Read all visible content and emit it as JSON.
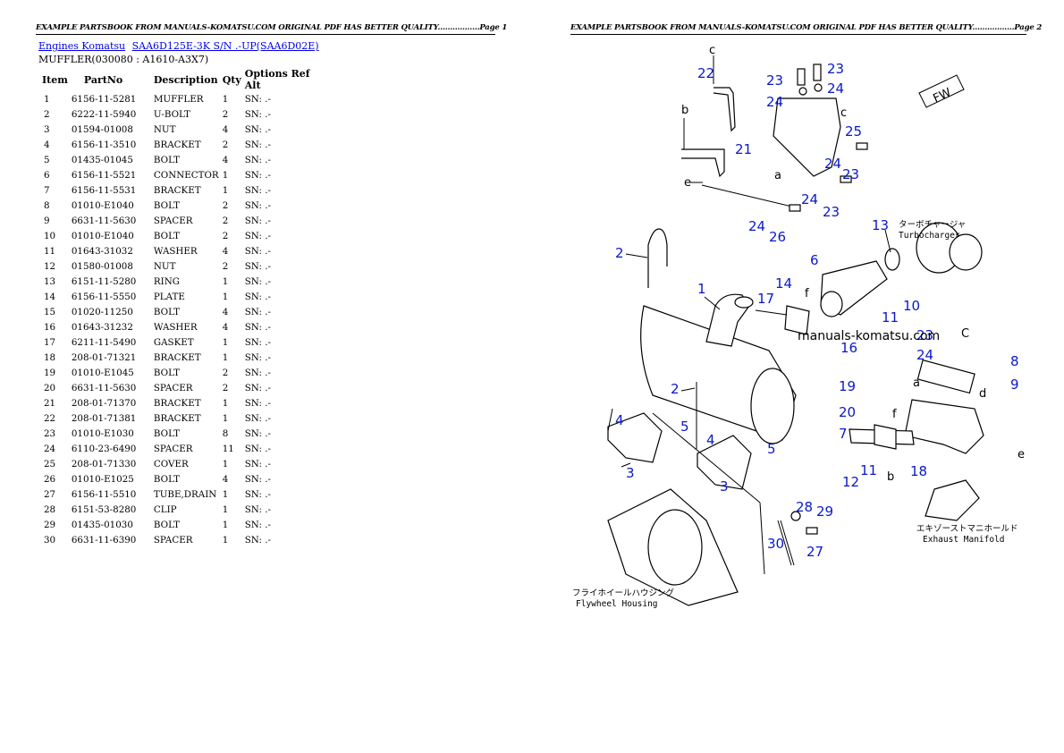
{
  "headers": {
    "page1": "EXAMPLE PARTSBOOK FROM MANUALS-KOMATSU.COM ORIGINAL PDF HAS BETTER QUALITY.................Page 1",
    "page2": "EXAMPLE PARTSBOOK FROM MANUALS-KOMATSU.COM ORIGINAL PDF HAS BETTER QUALITY.................Page 2"
  },
  "breadcrumb": {
    "link1": "Engines Komatsu",
    "link2": "SAA6D125E-3K S/N .-UP(SAA6D02E)"
  },
  "subtitle": "MUFFLER(030080 : A1610-A3X7)",
  "table": {
    "headers": [
      "Item",
      "PartNo",
      "Description",
      "Qty",
      "Options",
      "Ref",
      "Alt"
    ],
    "rows": [
      [
        "1",
        "6156-11-5281",
        "MUFFLER",
        "1",
        "SN: .-"
      ],
      [
        "2",
        "6222-11-5940",
        "U-BOLT",
        "2",
        "SN: .-"
      ],
      [
        "3",
        "01594-01008",
        "NUT",
        "4",
        "SN: .-"
      ],
      [
        "4",
        "6156-11-3510",
        "BRACKET",
        "2",
        "SN: .-"
      ],
      [
        "5",
        "01435-01045",
        "BOLT",
        "4",
        "SN: .-"
      ],
      [
        "6",
        "6156-11-5521",
        "CONNECTOR",
        "1",
        "SN: .-"
      ],
      [
        "7",
        "6156-11-5531",
        "BRACKET",
        "1",
        "SN: .-"
      ],
      [
        "8",
        "01010-E1040",
        "BOLT",
        "2",
        "SN: .-"
      ],
      [
        "9",
        "6631-11-5630",
        "SPACER",
        "2",
        "SN: .-"
      ],
      [
        "10",
        "01010-E1040",
        "BOLT",
        "2",
        "SN: .-"
      ],
      [
        "11",
        "01643-31032",
        "WASHER",
        "4",
        "SN: .-"
      ],
      [
        "12",
        "01580-01008",
        "NUT",
        "2",
        "SN: .-"
      ],
      [
        "13",
        "6151-11-5280",
        "RING",
        "1",
        "SN: .-"
      ],
      [
        "14",
        "6156-11-5550",
        "PLATE",
        "1",
        "SN: .-"
      ],
      [
        "15",
        "01020-11250",
        "BOLT",
        "4",
        "SN: .-"
      ],
      [
        "16",
        "01643-31232",
        "WASHER",
        "4",
        "SN: .-"
      ],
      [
        "17",
        "6211-11-5490",
        "GASKET",
        "1",
        "SN: .-"
      ],
      [
        "18",
        "208-01-71321",
        "BRACKET",
        "1",
        "SN: .-"
      ],
      [
        "19",
        "01010-E1045",
        "BOLT",
        "2",
        "SN: .-"
      ],
      [
        "20",
        "6631-11-5630",
        "SPACER",
        "2",
        "SN: .-"
      ],
      [
        "21",
        "208-01-71370",
        "BRACKET",
        "1",
        "SN: .-"
      ],
      [
        "22",
        "208-01-71381",
        "BRACKET",
        "1",
        "SN: .-"
      ],
      [
        "23",
        "01010-E1030",
        "BOLT",
        "8",
        "SN: .-"
      ],
      [
        "24",
        "6110-23-6490",
        "SPACER",
        "11",
        "SN: .-"
      ],
      [
        "25",
        "208-01-71330",
        "COVER",
        "1",
        "SN: .-"
      ],
      [
        "26",
        "01010-E1025",
        "BOLT",
        "4",
        "SN: .-"
      ],
      [
        "27",
        "6156-11-5510",
        "TUBE,DRAIN",
        "1",
        "SN: .-"
      ],
      [
        "28",
        "6151-53-8280",
        "CLIP",
        "1",
        "SN: .-"
      ],
      [
        "29",
        "01435-01030",
        "BOLT",
        "1",
        "SN: .-"
      ],
      [
        "30",
        "6631-11-6390",
        "SPACER",
        "1",
        "SN: .-"
      ]
    ]
  },
  "diagram": {
    "watermark": "manuals-komatsu.com",
    "turbo_jp": "ターボチャージャ",
    "turbo_en": "Turbocharger",
    "manifold_jp": "エキゾーストマニホールド",
    "manifold_en": "Exhaust Manifold",
    "flywheel_jp": "フライホイールハウジング",
    "flywheel_en": "Flywheel Housing",
    "fw_label": "FW",
    "callouts": [
      "1",
      "2",
      "2",
      "3",
      "3",
      "4",
      "4",
      "5",
      "5",
      "6",
      "7",
      "8",
      "9",
      "10",
      "11",
      "11",
      "12",
      "13",
      "14",
      "16",
      "17",
      "18",
      "19",
      "20",
      "21",
      "22",
      "23",
      "23",
      "23",
      "23",
      "23",
      "24",
      "24",
      "24",
      "24",
      "24",
      "24",
      "25",
      "26",
      "27",
      "28",
      "29",
      "30"
    ],
    "letters": [
      "c",
      "b",
      "e",
      "a",
      "c",
      "f",
      "a",
      "d",
      "C",
      "f",
      "b",
      "e"
    ]
  }
}
